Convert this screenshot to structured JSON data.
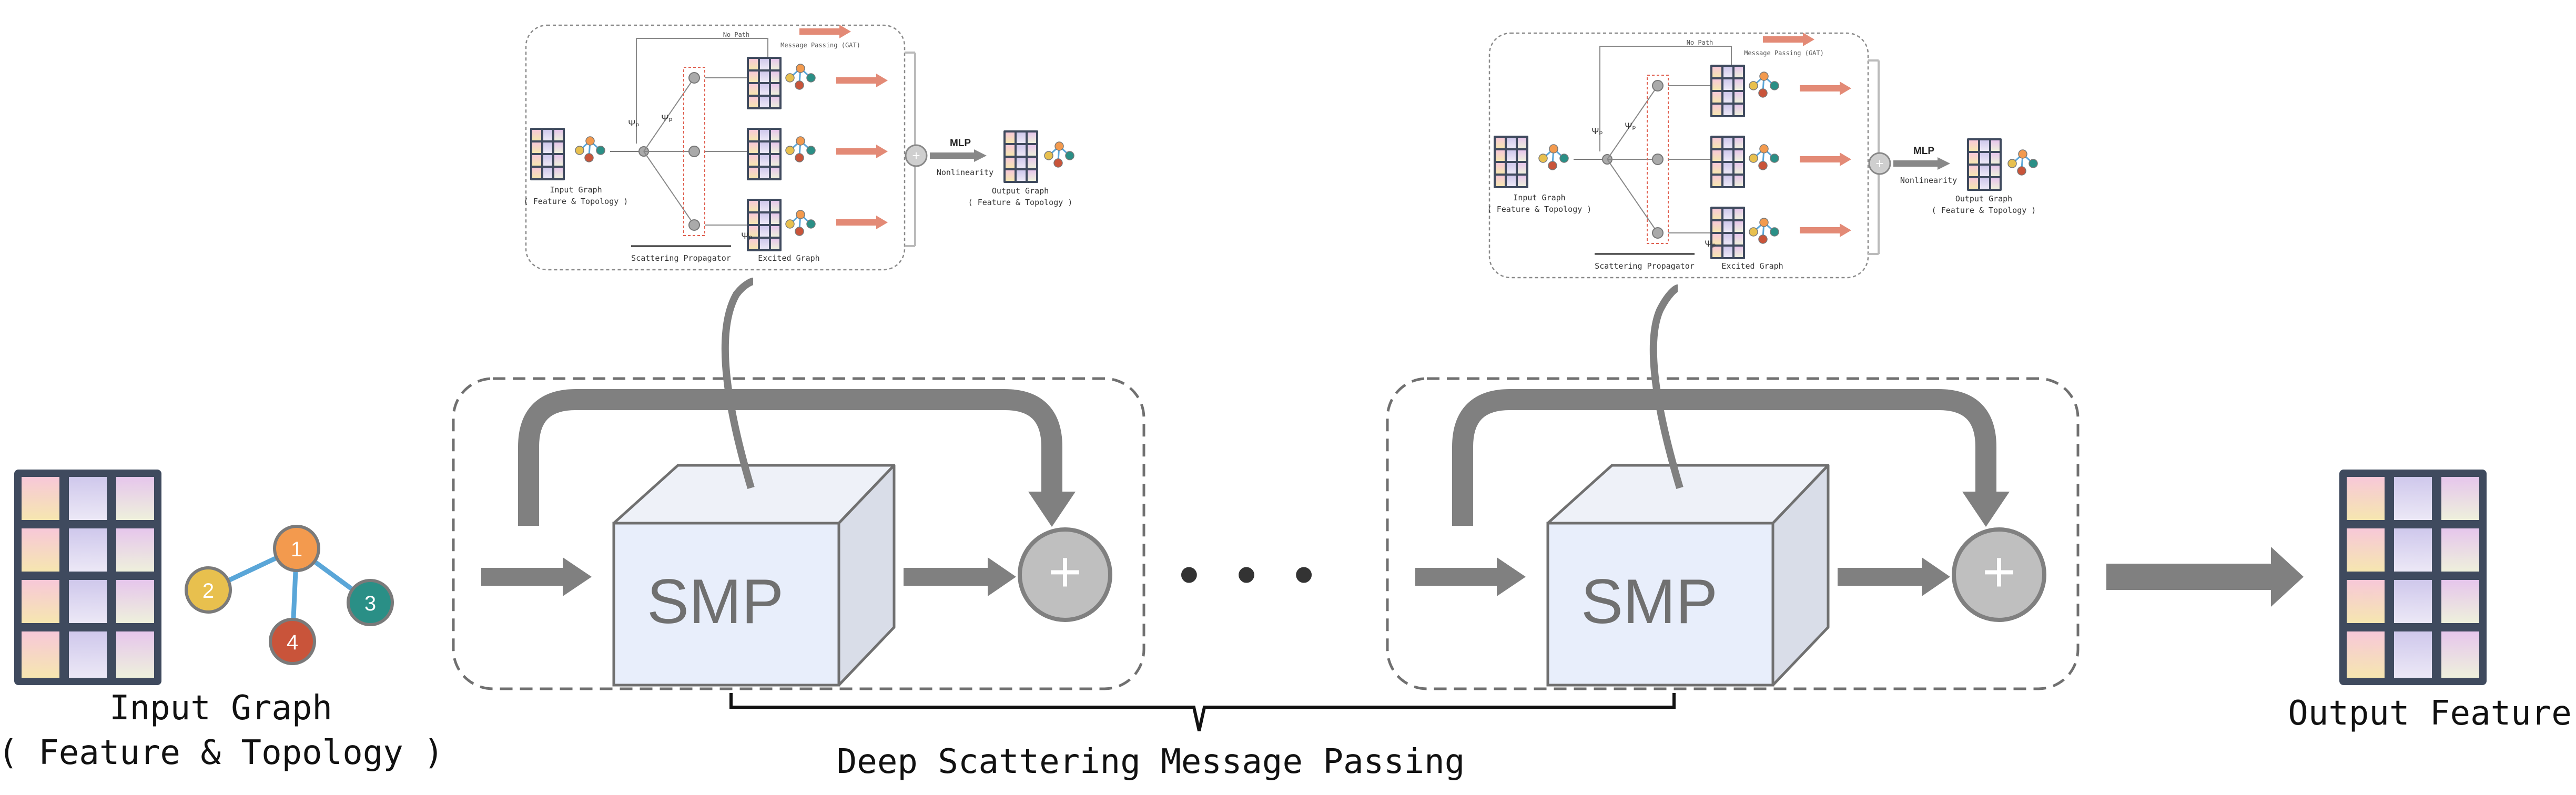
{
  "input": {
    "title": "Input Graph",
    "subtitle": "( Feature & Topology )",
    "nodes": [
      "1",
      "2",
      "3",
      "4"
    ]
  },
  "output": {
    "title": "Output Feature"
  },
  "blocks": [
    {
      "label": "SMP",
      "plus": "+"
    },
    {
      "label": "SMP",
      "plus": "+"
    }
  ],
  "ellipsis": "• • •",
  "brace_label": "Deep Scattering Message Passing",
  "detail": {
    "input_graph": "Input Graph",
    "input_sub": "( Feature & Topology )",
    "prop_label": "Scattering Propagator",
    "excited_label": "Excited Graph",
    "no_path": "No Path",
    "message_passing": "Message Passing (GAT)",
    "mlp": "MLP",
    "nonlinearity": "Nonlinearity",
    "output_graph": "Output Graph",
    "output_sub": "( Feature & Topology )",
    "plus": "+",
    "wt_top": "Ψₚ",
    "wt_mid": "Ψₚ",
    "wt_bot": "Ψₚ"
  },
  "colors": {
    "arrow": "#808080",
    "box_face": "#e8eefb",
    "box_side": "#d9dde8",
    "box_top": "#eef1f8",
    "node1": "#f39a4e",
    "node2": "#e8c04e",
    "node3": "#2a8f86",
    "node4": "#c9543a",
    "edge": "#5aa6d8",
    "matrix_frame": "#3f4a5e",
    "message_arrow": "#e38a76"
  }
}
